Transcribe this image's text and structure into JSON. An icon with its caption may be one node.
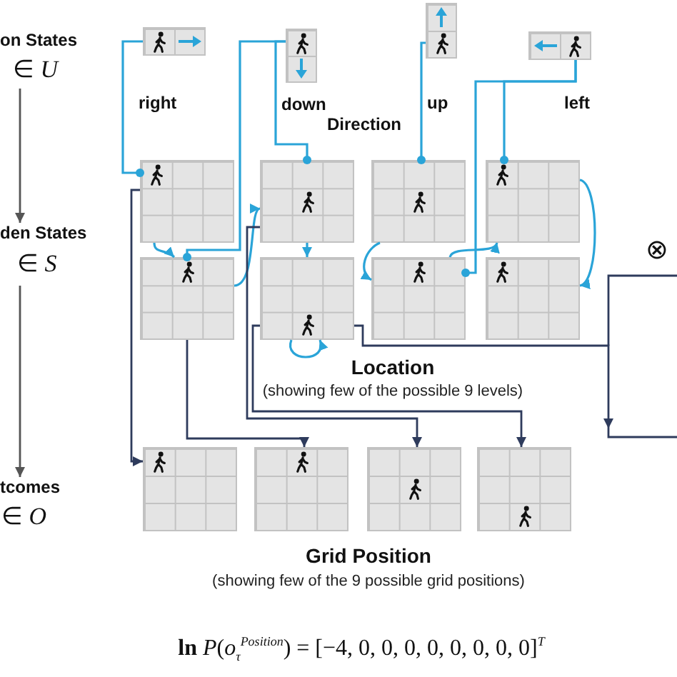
{
  "diagram": {
    "nodes": [
      {
        "text": [
          "on States",
          "∈ *U*"
        ]
      },
      {
        "text": [],
        "shape": "picture",
        "beside": [
          "right"
        ]
      },
      {
        "text": [],
        "shape": "picture",
        "beside": [
          "down"
        ]
      },
      {
        "text": [],
        "shape": "picture",
        "beside": [
          "up"
        ]
      },
      {
        "text": [],
        "shape": "picture",
        "beside": [
          "left"
        ]
      },
      {
        "text": [],
        "shape": "picture"
      },
      {
        "text": [],
        "shape": "picture"
      },
      {
        "text": [],
        "shape": "picture"
      },
      {
        "text": [],
        "shape": "picture"
      },
      {
        "text": [
          "den States",
          "∈ *S*"
        ]
      },
      {
        "text": [],
        "shape": "picture"
      },
      {
        "text": [],
        "shape": "picture"
      },
      {
        "text": [],
        "shape": "picture"
      },
      {
        "text": [],
        "shape": "picture"
      },
      {
        "text": [
          "tcomes",
          "∈ *O*"
        ]
      },
      {
        "text": [],
        "shape": "picture"
      },
      {
        "text": [],
        "shape": "picture"
      },
      {
        "text": [],
        "shape": "picture"
      },
      {
        "text": [],
        "shape": "picture"
      }
    ],
    "edges": [
      {
        "from": 0,
        "to": 9,
        "arrow": "to",
        "color": "#555555"
      },
      {
        "from": 9,
        "to": 14,
        "arrow": "to",
        "color": "#555555"
      },
      {
        "from": 1,
        "to": 5,
        "arrow": "other"
      },
      {
        "from": 2,
        "to": 10,
        "arrow": "other"
      },
      {
        "from": 2,
        "to": 6,
        "arrow": "other"
      },
      {
        "from": 3,
        "to": 7,
        "arrow": "other"
      },
      {
        "from": 4,
        "to": 8,
        "arrow": "other"
      },
      {
        "from": 4,
        "to": 12,
        "arrow": "other"
      },
      {
        "from": 5,
        "to": 10,
        "arrow": "to"
      },
      {
        "from": 10,
        "to": 6,
        "arrow": "to"
      },
      {
        "from": 6,
        "to": 11,
        "arrow": "to"
      },
      {
        "from": 11,
        "to": 11,
        "arrow": "to"
      },
      {
        "from": 7,
        "to": 12,
        "arrow": "to"
      },
      {
        "from": 12,
        "to": 8,
        "arrow": "to"
      },
      {
        "from": 8,
        "to": 13,
        "arrow": "to"
      },
      {
        "from": 5,
        "to": 15,
        "arrow": "to",
        "color": "#2e3b5c"
      },
      {
        "from": 10,
        "to": 16,
        "arrow": "to",
        "color": "#2e3b5c"
      },
      {
        "from": 6,
        "to": 17,
        "arrow": "to",
        "color": "#2e3b5c"
      },
      {
        "from": 11,
        "to": 18,
        "arrow": "to",
        "color": "#2e3b5c"
      },
      {
        "from": 11,
        "to": null,
        "arrow": "to",
        "color": "#2e3b5c"
      }
    ],
    "labels": [
      "Direction",
      "⊗",
      "Location",
      "(showing few of the possible 9 levels)",
      "Grid Position",
      "(showing few of the 9 possible grid positions)",
      "**ln** *P*(*o*$_{τ}$$^{Position}$) = [−4, 0, 0, 0, 0, 0, 0, 0, 0]$^{T}$"
    ]
  }
}
